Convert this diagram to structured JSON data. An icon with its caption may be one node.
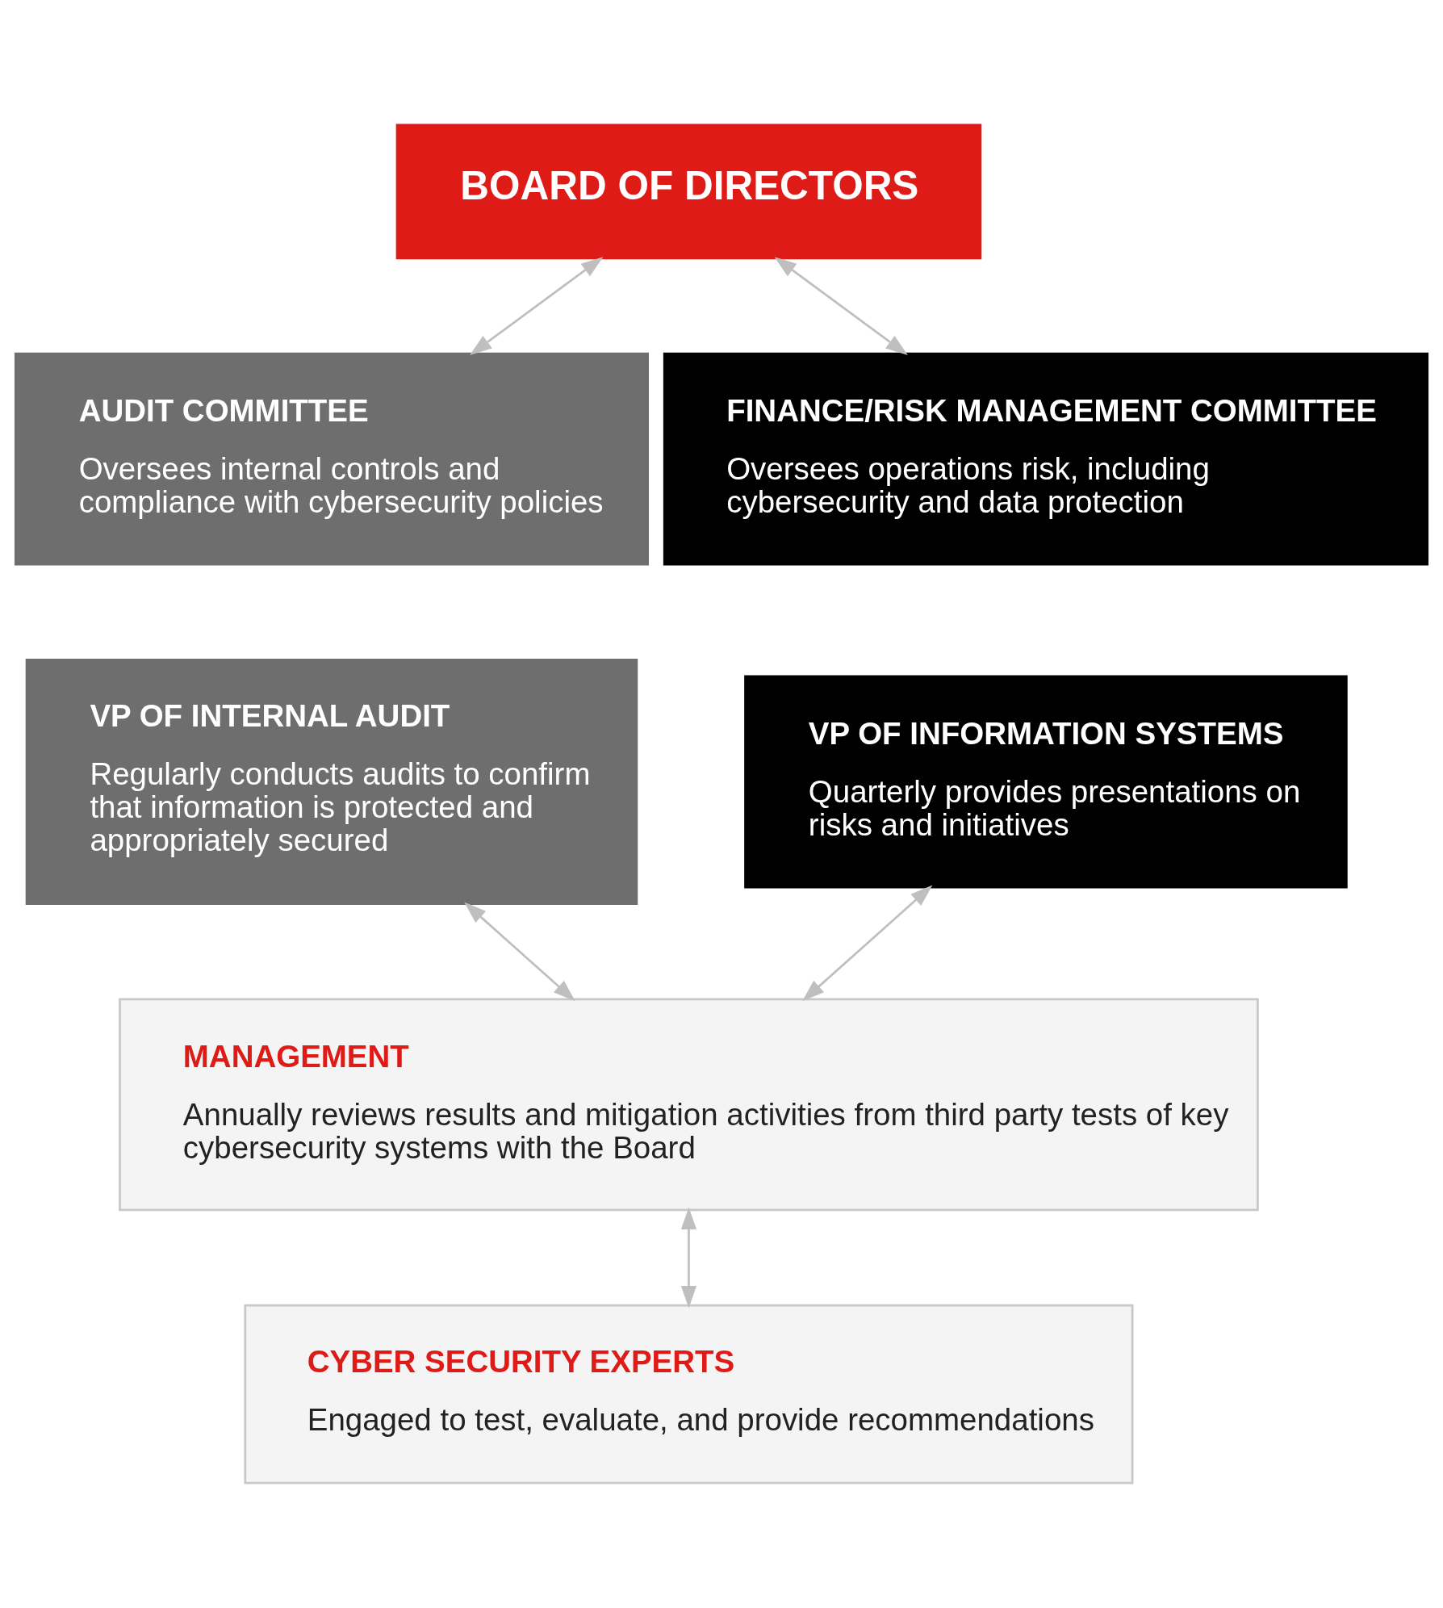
{
  "diagram": {
    "nodes": [
      {
        "text": [
          "BOARD OF DIRECTORS"
        ]
      },
      {
        "text": [
          "AUDIT COMMITTEE",
          "Oversees internal controls and compliance with cybersecurity policies"
        ]
      },
      {
        "text": [
          "FINANCE/RISK MANAGEMENT COMMITTEE",
          "Oversees operations risk, including cybersecurity and data protection"
        ]
      },
      {
        "text": [
          "VP OF INTERNAL AUDIT",
          "Regularly conducts audits to confirm that information is protected and appropriately secured"
        ]
      },
      {
        "text": [
          "VP OF INFORMATION SYSTEMS",
          "Quarterly provides presentations on risks and initiatives"
        ]
      },
      {
        "text": [
          "MANAGEMENT",
          "Annually reviews results and mitigation activities from third party tests of key cybersecurity systems with the Board"
        ]
      },
      {
        "text": [
          "CYBER SECURITY EXPERTS",
          "Engaged to test, evaluate, and provide recommendations"
        ]
      }
    ],
    "edges": [
      {
        "from": 0,
        "to": 1,
        "arrow": "both"
      },
      {
        "from": 0,
        "to": 2,
        "arrow": "both"
      },
      {
        "from": 3,
        "to": 5,
        "arrow": "both"
      },
      {
        "from": 4,
        "to": 5,
        "arrow": "both"
      },
      {
        "from": 5,
        "to": 6,
        "arrow": "both"
      }
    ]
  }
}
